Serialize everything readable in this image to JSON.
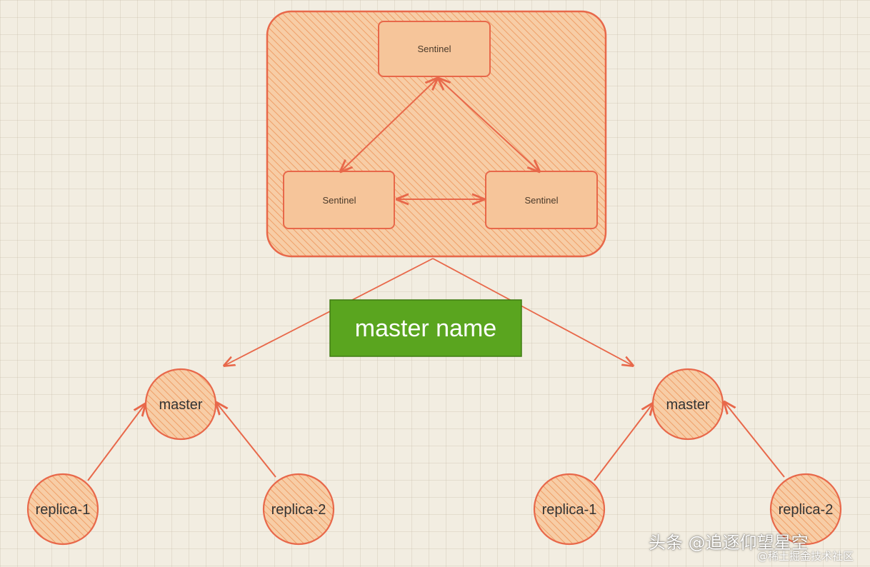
{
  "sentinel_cluster": {
    "top_label": "Sentinel",
    "left_label": "Sentinel",
    "right_label": "Sentinel"
  },
  "routing_tag": {
    "label": "master name"
  },
  "group_left": {
    "master": "master",
    "replica_1": "replica-1",
    "replica_2": "replica-2"
  },
  "group_right": {
    "master": "master",
    "replica_1": "replica-1",
    "replica_2": "replica-2"
  },
  "watermark": {
    "line1": "头条 @追逐仰望星空",
    "line2": "@稀土掘金技术社区"
  },
  "colors": {
    "stroke": "#e8684a",
    "fill": "#f6c59a",
    "hatch": "#f0a56e",
    "tag_fill": "#5aa51f",
    "tag_text": "#ffffff"
  }
}
